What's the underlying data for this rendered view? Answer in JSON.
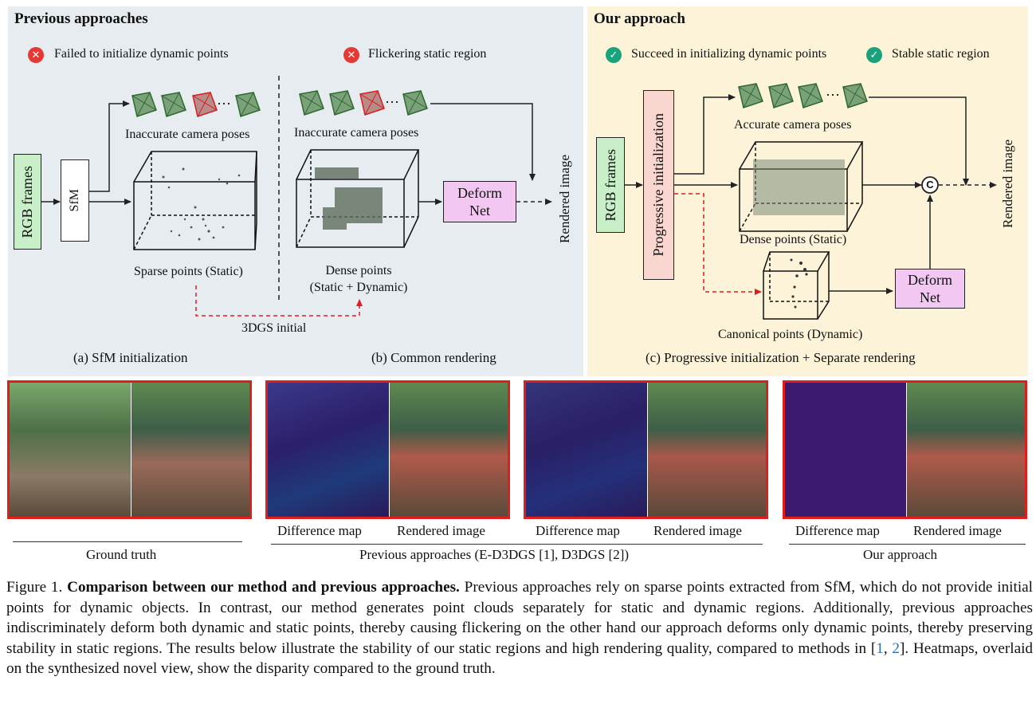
{
  "previous": {
    "header": "Previous approaches",
    "issue_a": "Failed to initialize dynamic points",
    "issue_b": "Flickering static region",
    "rgb_label": "RGB frames",
    "sfm_label": "SfM",
    "poses_a": "Inaccurate camera poses",
    "poses_b": "Inaccurate camera poses",
    "sparse_label": "Sparse points (Static)",
    "dense_label_1": "Dense points",
    "dense_label_2": "(Static + Dynamic)",
    "init_label": "3DGS initial",
    "deform_1": "Deform",
    "deform_2": "Net",
    "rendered": "Rendered image",
    "sub_a": "(a) SfM initialization",
    "sub_b": "(b) Common rendering"
  },
  "ours": {
    "header": "Our approach",
    "good_1": "Succeed in initializing dynamic points",
    "good_2": "Stable static region",
    "rgb_label": "RGB frames",
    "prog_label": "Progressive initialization",
    "poses": "Accurate camera poses",
    "dense_label": "Dense points (Static)",
    "canonical_label": "Canonical points (Dynamic)",
    "deform_1": "Deform",
    "deform_2": "Net",
    "concat": "C",
    "rendered": "Rendered image",
    "sub_c": "(c) Progressive initialization + Separate rendering"
  },
  "results": {
    "diff_label": "Difference map",
    "render_label": "Rendered image",
    "gt": "Ground truth",
    "prev": "Previous approaches (E-D3DGS [1], D3DGS [2])",
    "ours": "Our approach"
  },
  "caption": {
    "prefix": "Figure 1. ",
    "bold": "Comparison between our method and previous approaches.",
    "body": " Previous approaches rely on sparse points extracted from SfM, which do not provide initial points for dynamic objects. In contrast, our method generates point clouds separately for static and dynamic regions. Additionally, previous approaches indiscriminately deform both dynamic and static points, thereby causing flickering on the other hand our approach deforms only dynamic points, thereby preserving stability in static regions. The results below illustrate the stability of our static regions and high rendering quality, compared to methods in [",
    "cite1": "1",
    "sep": ", ",
    "cite2": "2",
    "tail": "]. Heatmaps, overlaid on the synthesized novel view, show the disparity compared to the ground truth."
  },
  "icons": {
    "fail": "x-circle-icon",
    "success": "check-circle-icon"
  },
  "colors": {
    "previous_bg": "#e6ecef",
    "ours_bg": "#fcf3d9",
    "fail": "#e53935",
    "success": "#1aa37a",
    "photo_border": "#e01d1d"
  }
}
